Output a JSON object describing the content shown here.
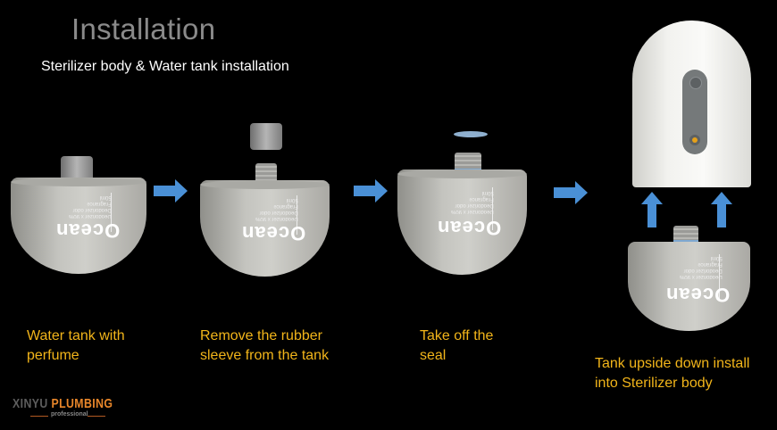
{
  "header": {
    "title": "Installation",
    "subtitle": "Sterilizer body & Water tank installation"
  },
  "colors": {
    "caption": "#f2b51a",
    "arrow": "#4a90d6",
    "title": "#8a8a8a",
    "logo_accent": "#e8862a"
  },
  "steps": [
    {
      "caption_line1": "Water tank with",
      "caption_line2": "perfume",
      "tank_label": "Ocean"
    },
    {
      "caption_line1": "Remove the rubber",
      "caption_line2": "sleeve from the tank",
      "tank_label": "Ocean"
    },
    {
      "caption_line1": "Take off the",
      "caption_line2": "seal",
      "tank_label": "Ocean"
    },
    {
      "caption_line1": "Tank upside down install",
      "caption_line2": "into Sterilizer body",
      "tank_label": "Ocean"
    }
  ],
  "arrows": [
    "arrow-right",
    "arrow-right",
    "arrow-right",
    "arrow-up",
    "arrow-up"
  ],
  "logo": {
    "brand_part1": "XINYU",
    "brand_part2": "PLUMBING",
    "tagline": "professional"
  }
}
